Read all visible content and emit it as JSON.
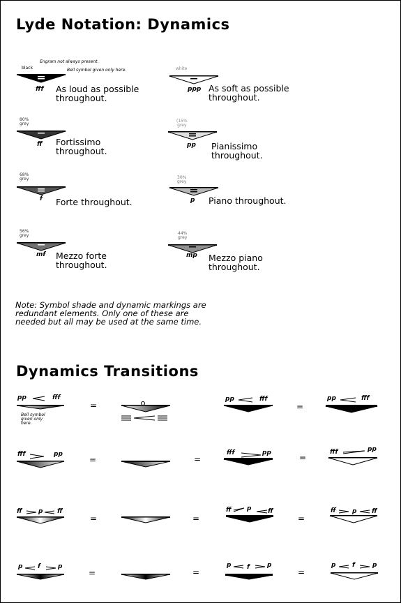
{
  "title": "Lyde Notation: Dynamics",
  "annotations": {
    "black": "black",
    "engram": "Engram not always present.",
    "bell": "Bell symbol given only here.",
    "bell_transition": "Bell symbol given only here."
  },
  "dynamics": [
    {
      "key": "fff",
      "shade": "#000000",
      "shade_label": "black",
      "marking": "fff",
      "description": "As loud as possible\nthroughout."
    },
    {
      "key": "ppp",
      "shade": "#ffffff",
      "shade_label": "white",
      "marking": "ppp",
      "description": "As soft as possible\nthroughout."
    },
    {
      "key": "ff",
      "shade": "#333333",
      "shade_label": "80%\ngrey",
      "marking": "ff",
      "description": "Fortissimo\nthroughout."
    },
    {
      "key": "pp",
      "shade": "#e0e0e0",
      "shade_label": "(15%\ngrey",
      "marking": "pp",
      "description": "Pianissimo\nthroughout."
    },
    {
      "key": "f",
      "shade": "#555555",
      "shade_label": "68%\ngrey",
      "marking": "f",
      "description": "Forte throughout."
    },
    {
      "key": "p",
      "shade": "#b8b8b8",
      "shade_label": "30%\ngrey",
      "marking": "p",
      "description": "Piano throughout."
    },
    {
      "key": "mf",
      "shade": "#707070",
      "shade_label": "56%\ngrey",
      "marking": "mf",
      "description": "Mezzo forte\nthroughout."
    },
    {
      "key": "mp",
      "shade": "#8f8f8f",
      "shade_label": "44%\ngrey",
      "marking": "mp",
      "description": "Mezzo piano\nthroughout."
    }
  ],
  "note": "Note: Symbol shade and dynamic markings are\nredundant elements. Only one of these are\nneeded but all may be used at the same time.",
  "transitions_title": "Dynamics Transitions",
  "equals_sign": "=",
  "transitions": [
    {
      "left": "pp",
      "right": "fff"
    },
    {
      "left": "pp",
      "right": "fff"
    },
    {
      "left": "pp",
      "right": "fff"
    },
    {
      "left": "fff",
      "right": "pp"
    },
    {
      "left": "fff",
      "right": "pp"
    },
    {
      "left": "fff",
      "right": "pp"
    },
    {
      "left": "ff",
      "mid": "p",
      "right": "ff"
    },
    {
      "left": "ff",
      "mid": "p",
      "right": "ff"
    },
    {
      "left": "ff",
      "mid": "p",
      "right": "ff"
    },
    {
      "left": "p",
      "mid": "f",
      "right": "p"
    },
    {
      "left": "p",
      "mid": "f",
      "right": "p"
    },
    {
      "left": "p",
      "mid": "f",
      "right": "p"
    }
  ]
}
